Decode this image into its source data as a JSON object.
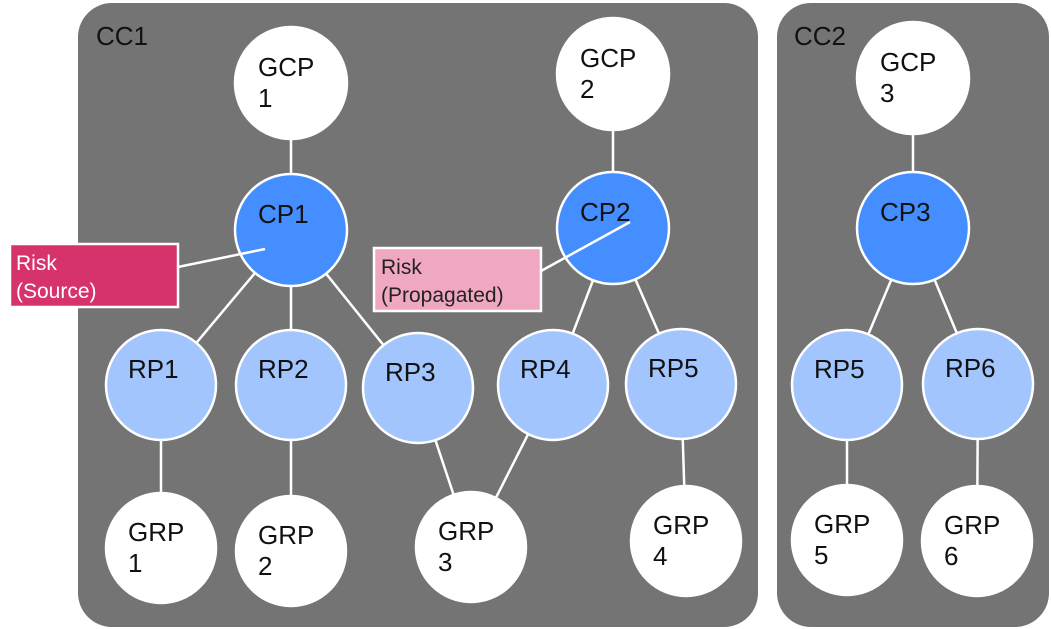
{
  "colors": {
    "cluster_bg": "#747474",
    "white_node": "#ffffff",
    "cp_node": "#448eff",
    "rp_node": "#a3c5fd",
    "edge": "#ffffff",
    "risk_source_bg": "#d6336c",
    "risk_propagated_bg": "#f0a8c2"
  },
  "clusters": [
    {
      "id": "cc1",
      "label": "CC1"
    },
    {
      "id": "cc2",
      "label": "CC2"
    }
  ],
  "nodes": [
    {
      "id": "gcp1",
      "kind": "gcp",
      "lines": [
        "GCP",
        "1"
      ]
    },
    {
      "id": "gcp2",
      "kind": "gcp",
      "lines": [
        "GCP",
        "2"
      ]
    },
    {
      "id": "gcp3",
      "kind": "gcp",
      "lines": [
        "GCP",
        "3"
      ]
    },
    {
      "id": "cp1",
      "kind": "cp",
      "lines": [
        "CP1"
      ]
    },
    {
      "id": "cp2",
      "kind": "cp",
      "lines": [
        "CP2"
      ]
    },
    {
      "id": "cp3",
      "kind": "cp",
      "lines": [
        "CP3"
      ]
    },
    {
      "id": "rp1a",
      "kind": "rp",
      "lines": [
        "RP1"
      ]
    },
    {
      "id": "rp2a",
      "kind": "rp",
      "lines": [
        "RP2"
      ]
    },
    {
      "id": "rp3a",
      "kind": "rp",
      "lines": [
        "RP3"
      ]
    },
    {
      "id": "rp4a",
      "kind": "rp",
      "lines": [
        "RP4"
      ]
    },
    {
      "id": "rp5a",
      "kind": "rp",
      "lines": [
        "RP5"
      ]
    },
    {
      "id": "rp5b",
      "kind": "rp",
      "lines": [
        "RP5"
      ]
    },
    {
      "id": "rp6b",
      "kind": "rp",
      "lines": [
        "RP6"
      ]
    },
    {
      "id": "grp1",
      "kind": "grp",
      "lines": [
        "GRP",
        "1"
      ]
    },
    {
      "id": "grp2",
      "kind": "grp",
      "lines": [
        "GRP",
        "2"
      ]
    },
    {
      "id": "grp3",
      "kind": "grp",
      "lines": [
        "GRP",
        "3"
      ]
    },
    {
      "id": "grp4",
      "kind": "grp",
      "lines": [
        "GRP",
        "4"
      ]
    },
    {
      "id": "grp5",
      "kind": "grp",
      "lines": [
        "GRP",
        "5"
      ]
    },
    {
      "id": "grp6",
      "kind": "grp",
      "lines": [
        "GRP",
        "6"
      ]
    }
  ],
  "edges": [
    [
      "gcp1",
      "cp1"
    ],
    [
      "gcp2",
      "cp2"
    ],
    [
      "gcp3",
      "cp3"
    ],
    [
      "cp1",
      "rp1a"
    ],
    [
      "cp1",
      "rp2a"
    ],
    [
      "cp1",
      "rp3a"
    ],
    [
      "cp2",
      "rp4a"
    ],
    [
      "cp2",
      "rp5a"
    ],
    [
      "cp3",
      "rp5b"
    ],
    [
      "cp3",
      "rp6b"
    ],
    [
      "rp1a",
      "grp1"
    ],
    [
      "rp2a",
      "grp2"
    ],
    [
      "rp3a",
      "grp3"
    ],
    [
      "rp4a",
      "grp3"
    ],
    [
      "rp5a",
      "grp4"
    ],
    [
      "rp5b",
      "grp5"
    ],
    [
      "rp6b",
      "grp6"
    ]
  ],
  "risk_labels": [
    {
      "id": "risk-source",
      "lines": [
        "Risk",
        "(Source)"
      ],
      "target": "cp1"
    },
    {
      "id": "risk-propagated",
      "lines": [
        "Risk",
        "(Propagated)"
      ],
      "target": "cp2"
    }
  ]
}
